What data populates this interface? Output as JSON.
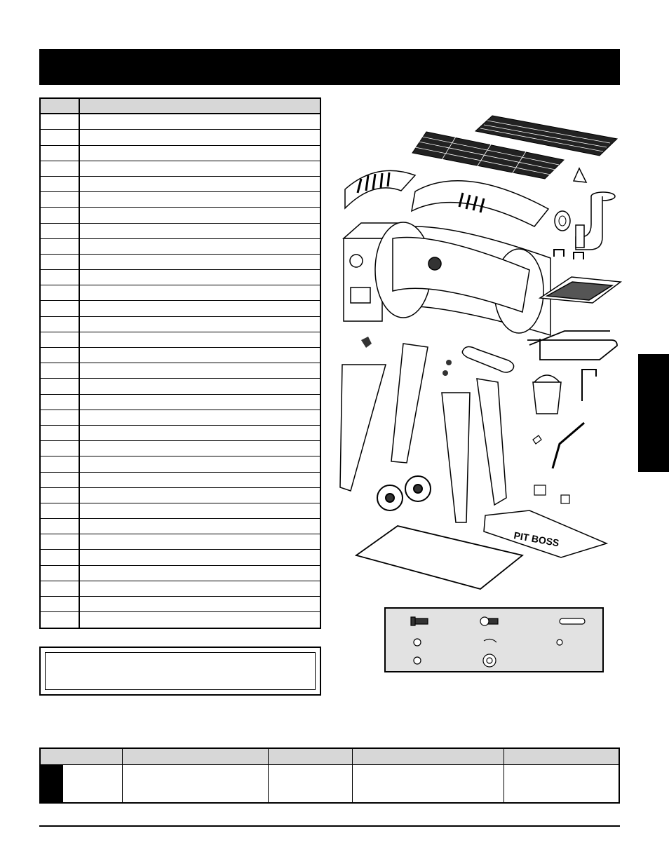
{
  "page": {
    "header_title": "",
    "side_tab_label": ""
  },
  "parts_table": {
    "header": {
      "number": "",
      "description": ""
    },
    "rows": [
      {
        "number": "",
        "description": ""
      },
      {
        "number": "",
        "description": ""
      },
      {
        "number": "",
        "description": ""
      },
      {
        "number": "",
        "description": ""
      },
      {
        "number": "",
        "description": ""
      },
      {
        "number": "",
        "description": ""
      },
      {
        "number": "",
        "description": ""
      },
      {
        "number": "",
        "description": ""
      },
      {
        "number": "",
        "description": ""
      },
      {
        "number": "",
        "description": ""
      },
      {
        "number": "",
        "description": ""
      },
      {
        "number": "",
        "description": ""
      },
      {
        "number": "",
        "description": ""
      },
      {
        "number": "",
        "description": ""
      },
      {
        "number": "",
        "description": ""
      },
      {
        "number": "",
        "description": ""
      },
      {
        "number": "",
        "description": ""
      },
      {
        "number": "",
        "description": ""
      },
      {
        "number": "",
        "description": ""
      },
      {
        "number": "",
        "description": ""
      },
      {
        "number": "",
        "description": ""
      },
      {
        "number": "",
        "description": ""
      },
      {
        "number": "",
        "description": ""
      },
      {
        "number": "",
        "description": ""
      },
      {
        "number": "",
        "description": ""
      },
      {
        "number": "",
        "description": ""
      },
      {
        "number": "",
        "description": ""
      },
      {
        "number": "",
        "description": ""
      },
      {
        "number": "",
        "description": ""
      },
      {
        "number": "",
        "description": ""
      },
      {
        "number": "",
        "description": ""
      },
      {
        "number": "",
        "description": ""
      },
      {
        "number": "",
        "description": ""
      }
    ]
  },
  "note_box": {
    "text": ""
  },
  "diagram": {
    "brand_text": "PIT BOSS",
    "parts": [
      "side-shelf",
      "grill-grate",
      "warming-rack",
      "chimney-cover",
      "lid",
      "chimney",
      "firepot-hopper",
      "barrel",
      "flame-broiler",
      "handle-bracket",
      "front-legs",
      "rear-legs",
      "wheels",
      "grease-bucket",
      "probe",
      "lid-handle",
      "bottom-shelf",
      "front-shelf"
    ]
  },
  "hardware": {
    "items": [
      "bolt",
      "flange-bolt",
      "pin",
      "washer",
      "cotter-pin",
      "nut",
      "lock-washer",
      "large-washer"
    ]
  },
  "spec_table": {
    "headers": [
      "",
      "",
      "",
      "",
      ""
    ],
    "row": [
      "",
      "",
      "",
      "",
      ""
    ]
  }
}
